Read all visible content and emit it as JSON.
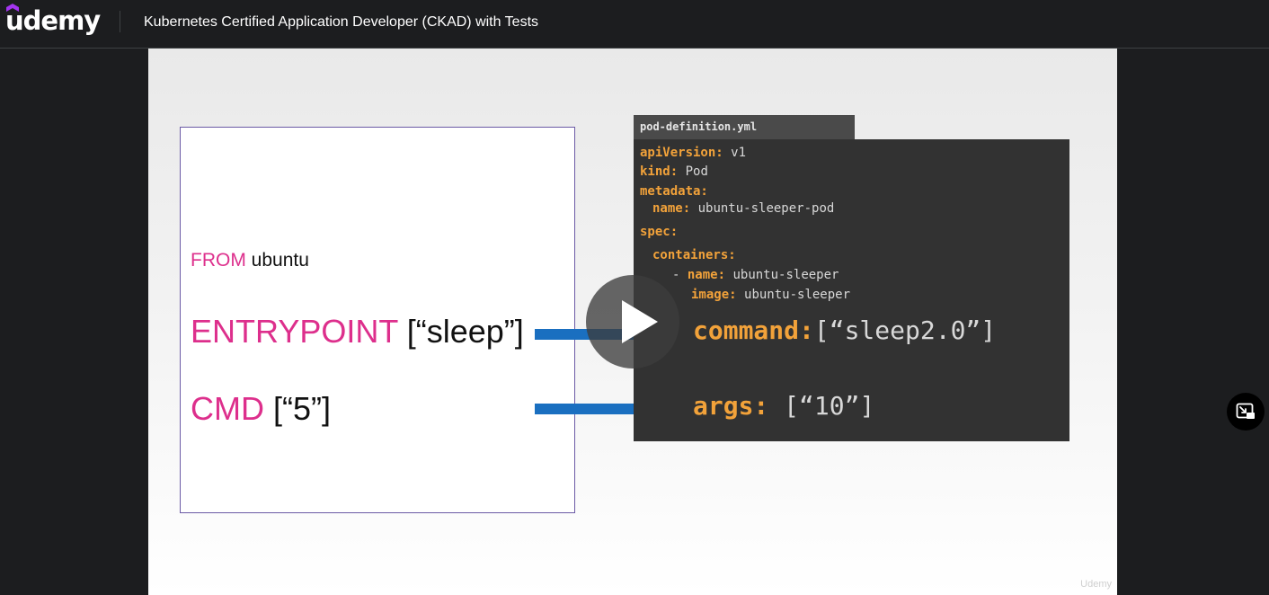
{
  "header": {
    "logo_text": "udemy",
    "course_title": "Kubernetes Certified Application Developer (CKAD) with Tests"
  },
  "slide": {
    "dockerfile": {
      "from_keyword": "FROM",
      "from_value": "ubuntu",
      "entrypoint_keyword": "ENTRYPOINT",
      "entrypoint_value": "[“sleep”]",
      "cmd_keyword": "CMD",
      "cmd_value": "[“5”]"
    },
    "yaml": {
      "filename": "pod-definition.yml",
      "api_key": "apiVersion:",
      "api_val": "v1",
      "kind_key": "kind:",
      "kind_val": "Pod",
      "metadata_key": "metadata:",
      "name_key": "name:",
      "name_val": "ubuntu-sleeper-pod",
      "spec_key": "spec:",
      "containers_key": "containers:",
      "dash": "-",
      "cname_key": "name:",
      "cname_val": "ubuntu-sleeper",
      "image_key": "image:",
      "image_val": "ubuntu-sleeper",
      "command_key": "command:",
      "command_val": "[“sleep2.0”]",
      "args_key": "args:",
      "args_val": "[“10”]"
    },
    "watermark": "Udemy"
  },
  "colors": {
    "keyword": "#dd2f8c",
    "yaml_key": "#f2a23a",
    "arrow": "#1a6fc0",
    "header_bg": "#1c1d1f"
  },
  "icons": {
    "play": "play-icon",
    "side": "picture-in-picture-icon"
  }
}
